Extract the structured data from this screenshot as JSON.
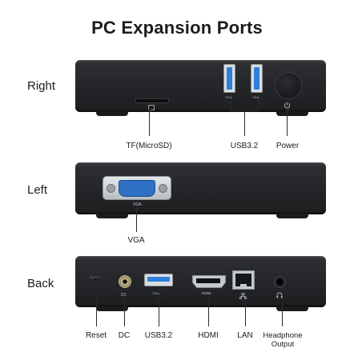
{
  "title": "PC Expansion Ports",
  "sections": {
    "right": {
      "name": "Right",
      "labels": {
        "tf": "TF(MicroSD)",
        "usb": "USB3.2",
        "power": "Power"
      },
      "engravings": {
        "usb_a": "SS⇋",
        "usb_b": "SS⇋"
      }
    },
    "left": {
      "name": "Left",
      "labels": {
        "vga": "VGA"
      },
      "engravings": {
        "vga": "VGA"
      }
    },
    "back": {
      "name": "Back",
      "labels": {
        "reset": "Reset",
        "dc": "DC",
        "usb": "USB3.2",
        "hdmi": "HDMI",
        "lan": "LAN",
        "headphone": "Headphone Output"
      },
      "engravings": {
        "reset": "RESET",
        "dc": "DC",
        "usb": "SS⇋",
        "hdmi": "HDMI"
      }
    }
  },
  "colors": {
    "usb_blue": "#2f7ed8",
    "device_body": "#242629",
    "text": "#1c1c1c"
  },
  "icons": [
    "power-icon",
    "headphone-icon",
    "microsd-icon",
    "network-icon"
  ]
}
